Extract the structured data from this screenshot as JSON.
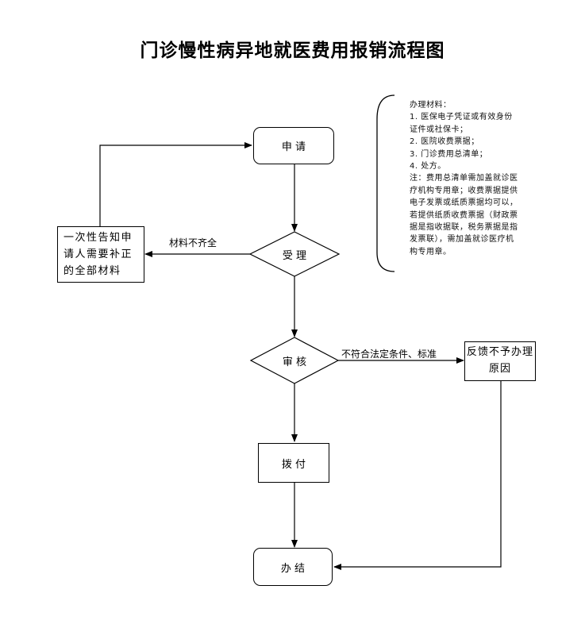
{
  "title": "门诊慢性病异地就医费用报销流程图",
  "nodes": {
    "apply": "申 请",
    "accept": "受 理",
    "review": "审 核",
    "pay": "拨 付",
    "finish": "办 结",
    "notify": "一次性告知申请人需要补正的全部材料",
    "feedback": "反馈不予办理原因"
  },
  "edge_labels": {
    "incomplete": "材料不齐全",
    "not_compliant": "不符合法定条件、标准"
  },
  "materials": {
    "heading": "办理材料：",
    "items": [
      "1. 医保电子凭证或有效身份证件或社保卡；",
      "2. 医院收费票据；",
      "3. 门诊费用总清单；",
      "4. 处方。"
    ],
    "note": "注：费用总清单需加盖就诊医疗机构专用章；收费票据提供电子发票或纸质票据均可以，若提供纸质收费票据（财政票据是指收据联，税务票据是指发票联），需加盖就诊医疗机构专用章。"
  }
}
